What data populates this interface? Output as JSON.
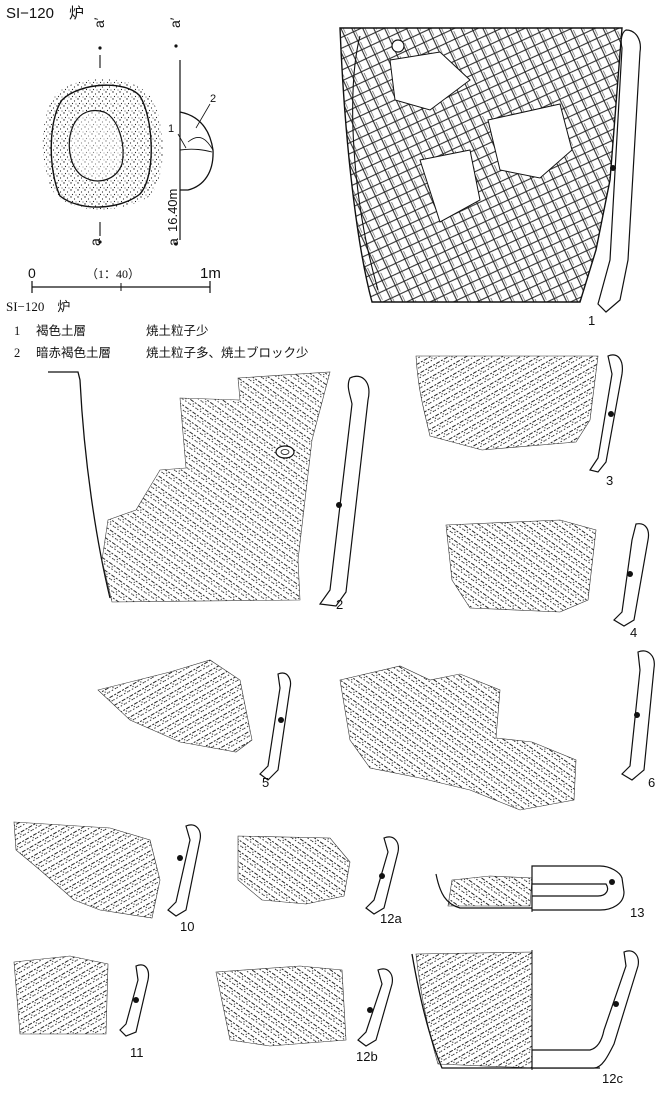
{
  "hearth_plan": {
    "title": "SI−120　炉",
    "point_a_top": "a",
    "point_a_bottom": "a",
    "point_a_prime_top": "a′",
    "point_a_prime_right": "a′",
    "elevation": "16.40m",
    "layer_no_1": "1",
    "layer_no_2": "2"
  },
  "scale_bar": {
    "start": "0",
    "ratio": "（1：40）",
    "end": "1m"
  },
  "layer_legend": {
    "heading": "SI−120　炉",
    "rows": [
      {
        "no": "1",
        "name": "褐色土層",
        "desc": "焼土粒子少"
      },
      {
        "no": "2",
        "name": "暗赤褐色土層",
        "desc": "焼土粒子多、焼土ブロック少"
      }
    ]
  },
  "sherds": [
    {
      "id": "s1",
      "label": "1"
    },
    {
      "id": "s2",
      "label": "2"
    },
    {
      "id": "s3",
      "label": "3"
    },
    {
      "id": "s4",
      "label": "4"
    },
    {
      "id": "s5",
      "label": "5"
    },
    {
      "id": "s6",
      "label": "6"
    },
    {
      "id": "s10",
      "label": "10"
    },
    {
      "id": "s11",
      "label": "11"
    },
    {
      "id": "s12a",
      "label": "12a"
    },
    {
      "id": "s12b",
      "label": "12b"
    },
    {
      "id": "s12c",
      "label": "12c"
    },
    {
      "id": "s13",
      "label": "13"
    }
  ]
}
